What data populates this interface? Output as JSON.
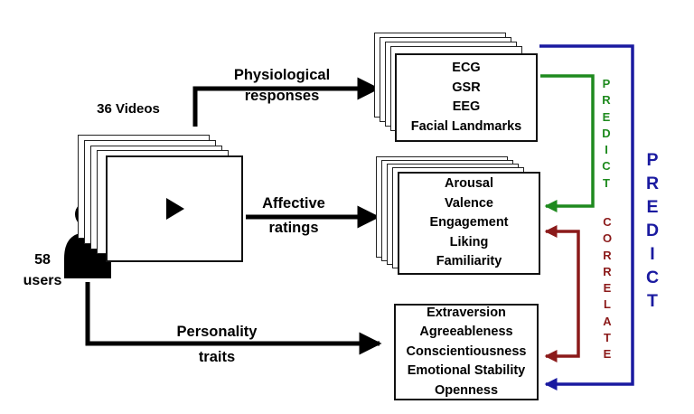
{
  "users": {
    "count": "58",
    "label": "users"
  },
  "videos": {
    "label": "36 Videos"
  },
  "arrows": {
    "physiological": [
      "Physiological",
      "responses"
    ],
    "affective": [
      "Affective",
      "ratings"
    ],
    "personality": [
      "Personality",
      "traits"
    ]
  },
  "physio_box": {
    "items": [
      "ECG",
      "GSR",
      "EEG",
      "Facial Landmarks"
    ]
  },
  "affect_box": {
    "items": [
      "Arousal",
      "Valence",
      "Engagement",
      "Liking",
      "Familiarity"
    ]
  },
  "personality_box": {
    "items": [
      "Extraversion",
      "Agreeableness",
      "Conscientiousness",
      "Emotional Stability",
      "Openness"
    ]
  },
  "relations": {
    "predict_green": [
      "P",
      "R",
      "E",
      "D",
      "I",
      "C",
      "T"
    ],
    "correlate_red": [
      "C",
      "O",
      "R",
      "R",
      "E",
      "L",
      "A",
      "T",
      "E"
    ],
    "predict_blue": [
      "P",
      "R",
      "E",
      "D",
      "I",
      "C",
      "T"
    ]
  },
  "colors": {
    "green": "#1e8a1e",
    "red": "#8b1a1a",
    "blue": "#1a1aa0",
    "ink": "#000000"
  }
}
